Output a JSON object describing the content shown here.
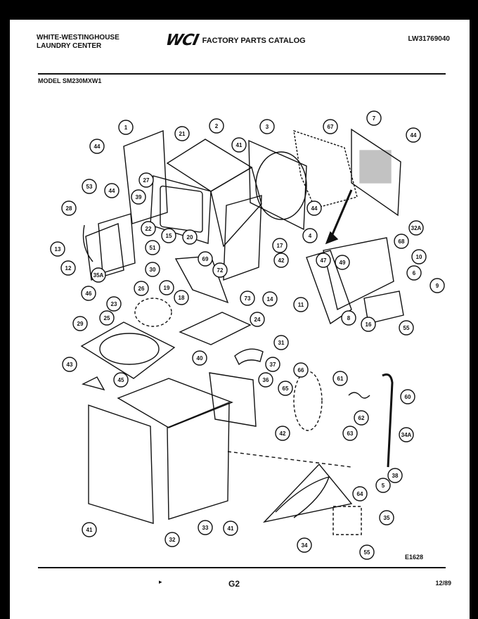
{
  "header": {
    "brand_line1": "WHITE-WESTINGHOUSE",
    "brand_line2": "LAUNDRY CENTER",
    "logo": "WCI",
    "catalog_title": "FACTORY PARTS CATALOG",
    "catalog_number": "LW31769040"
  },
  "model": "MODEL SM230MXW1",
  "diagram_code": "E1628",
  "page_number": "G2",
  "date": "12/89",
  "callouts": [
    {
      "id": "c1",
      "text": "1"
    },
    {
      "id": "c2",
      "text": "21"
    },
    {
      "id": "c3",
      "text": "2"
    },
    {
      "id": "c4",
      "text": "3"
    },
    {
      "id": "c5",
      "text": "67"
    },
    {
      "id": "c6",
      "text": "7"
    },
    {
      "id": "c7",
      "text": "44"
    },
    {
      "id": "c8",
      "text": "44"
    },
    {
      "id": "c9",
      "text": "41"
    },
    {
      "id": "c10",
      "text": "27"
    },
    {
      "id": "c11",
      "text": "39"
    },
    {
      "id": "c12",
      "text": "53"
    },
    {
      "id": "c13",
      "text": "44"
    },
    {
      "id": "c14",
      "text": "28"
    },
    {
      "id": "c15",
      "text": "22"
    },
    {
      "id": "c16",
      "text": "44"
    },
    {
      "id": "c17",
      "text": "15"
    },
    {
      "id": "c18",
      "text": "20"
    },
    {
      "id": "c19",
      "text": "51"
    },
    {
      "id": "c20",
      "text": "69"
    },
    {
      "id": "c21",
      "text": "17"
    },
    {
      "id": "c22",
      "text": "4"
    },
    {
      "id": "c23",
      "text": "32A"
    },
    {
      "id": "c24",
      "text": "68"
    },
    {
      "id": "c25",
      "text": "13"
    },
    {
      "id": "c26",
      "text": "10"
    },
    {
      "id": "c27",
      "text": "12"
    },
    {
      "id": "c28",
      "text": "30"
    },
    {
      "id": "c29",
      "text": "72"
    },
    {
      "id": "c30",
      "text": "42"
    },
    {
      "id": "c31",
      "text": "47"
    },
    {
      "id": "c32",
      "text": "49"
    },
    {
      "id": "c33",
      "text": "6"
    },
    {
      "id": "c34",
      "text": "35A"
    },
    {
      "id": "c35",
      "text": "46"
    },
    {
      "id": "c36",
      "text": "26"
    },
    {
      "id": "c37",
      "text": "19"
    },
    {
      "id": "c38",
      "text": "18"
    },
    {
      "id": "c39",
      "text": "73"
    },
    {
      "id": "c40",
      "text": "14"
    },
    {
      "id": "c41",
      "text": "11"
    },
    {
      "id": "c42",
      "text": "9"
    },
    {
      "id": "c43",
      "text": "23"
    },
    {
      "id": "c44",
      "text": "25"
    },
    {
      "id": "c45",
      "text": "8"
    },
    {
      "id": "c46",
      "text": "16"
    },
    {
      "id": "c47",
      "text": "55"
    },
    {
      "id": "c48",
      "text": "29"
    },
    {
      "id": "c49",
      "text": "24"
    },
    {
      "id": "c50",
      "text": "31"
    },
    {
      "id": "c51",
      "text": "40"
    },
    {
      "id": "c52",
      "text": "37"
    },
    {
      "id": "c53",
      "text": "43"
    },
    {
      "id": "c54",
      "text": "66"
    },
    {
      "id": "c55",
      "text": "45"
    },
    {
      "id": "c56",
      "text": "36"
    },
    {
      "id": "c57",
      "text": "61"
    },
    {
      "id": "c58",
      "text": "60"
    },
    {
      "id": "c59",
      "text": "65"
    },
    {
      "id": "c60",
      "text": "42"
    },
    {
      "id": "c61",
      "text": "62"
    },
    {
      "id": "c62",
      "text": "63"
    },
    {
      "id": "c63",
      "text": "34A"
    },
    {
      "id": "c64",
      "text": "38"
    },
    {
      "id": "c65",
      "text": "64"
    },
    {
      "id": "c66",
      "text": "5"
    },
    {
      "id": "c67",
      "text": "41"
    },
    {
      "id": "c68",
      "text": "32"
    },
    {
      "id": "c69",
      "text": "33"
    },
    {
      "id": "c70",
      "text": "41"
    },
    {
      "id": "c71",
      "text": "35"
    },
    {
      "id": "c72",
      "text": "34"
    },
    {
      "id": "c73",
      "text": "55"
    }
  ]
}
